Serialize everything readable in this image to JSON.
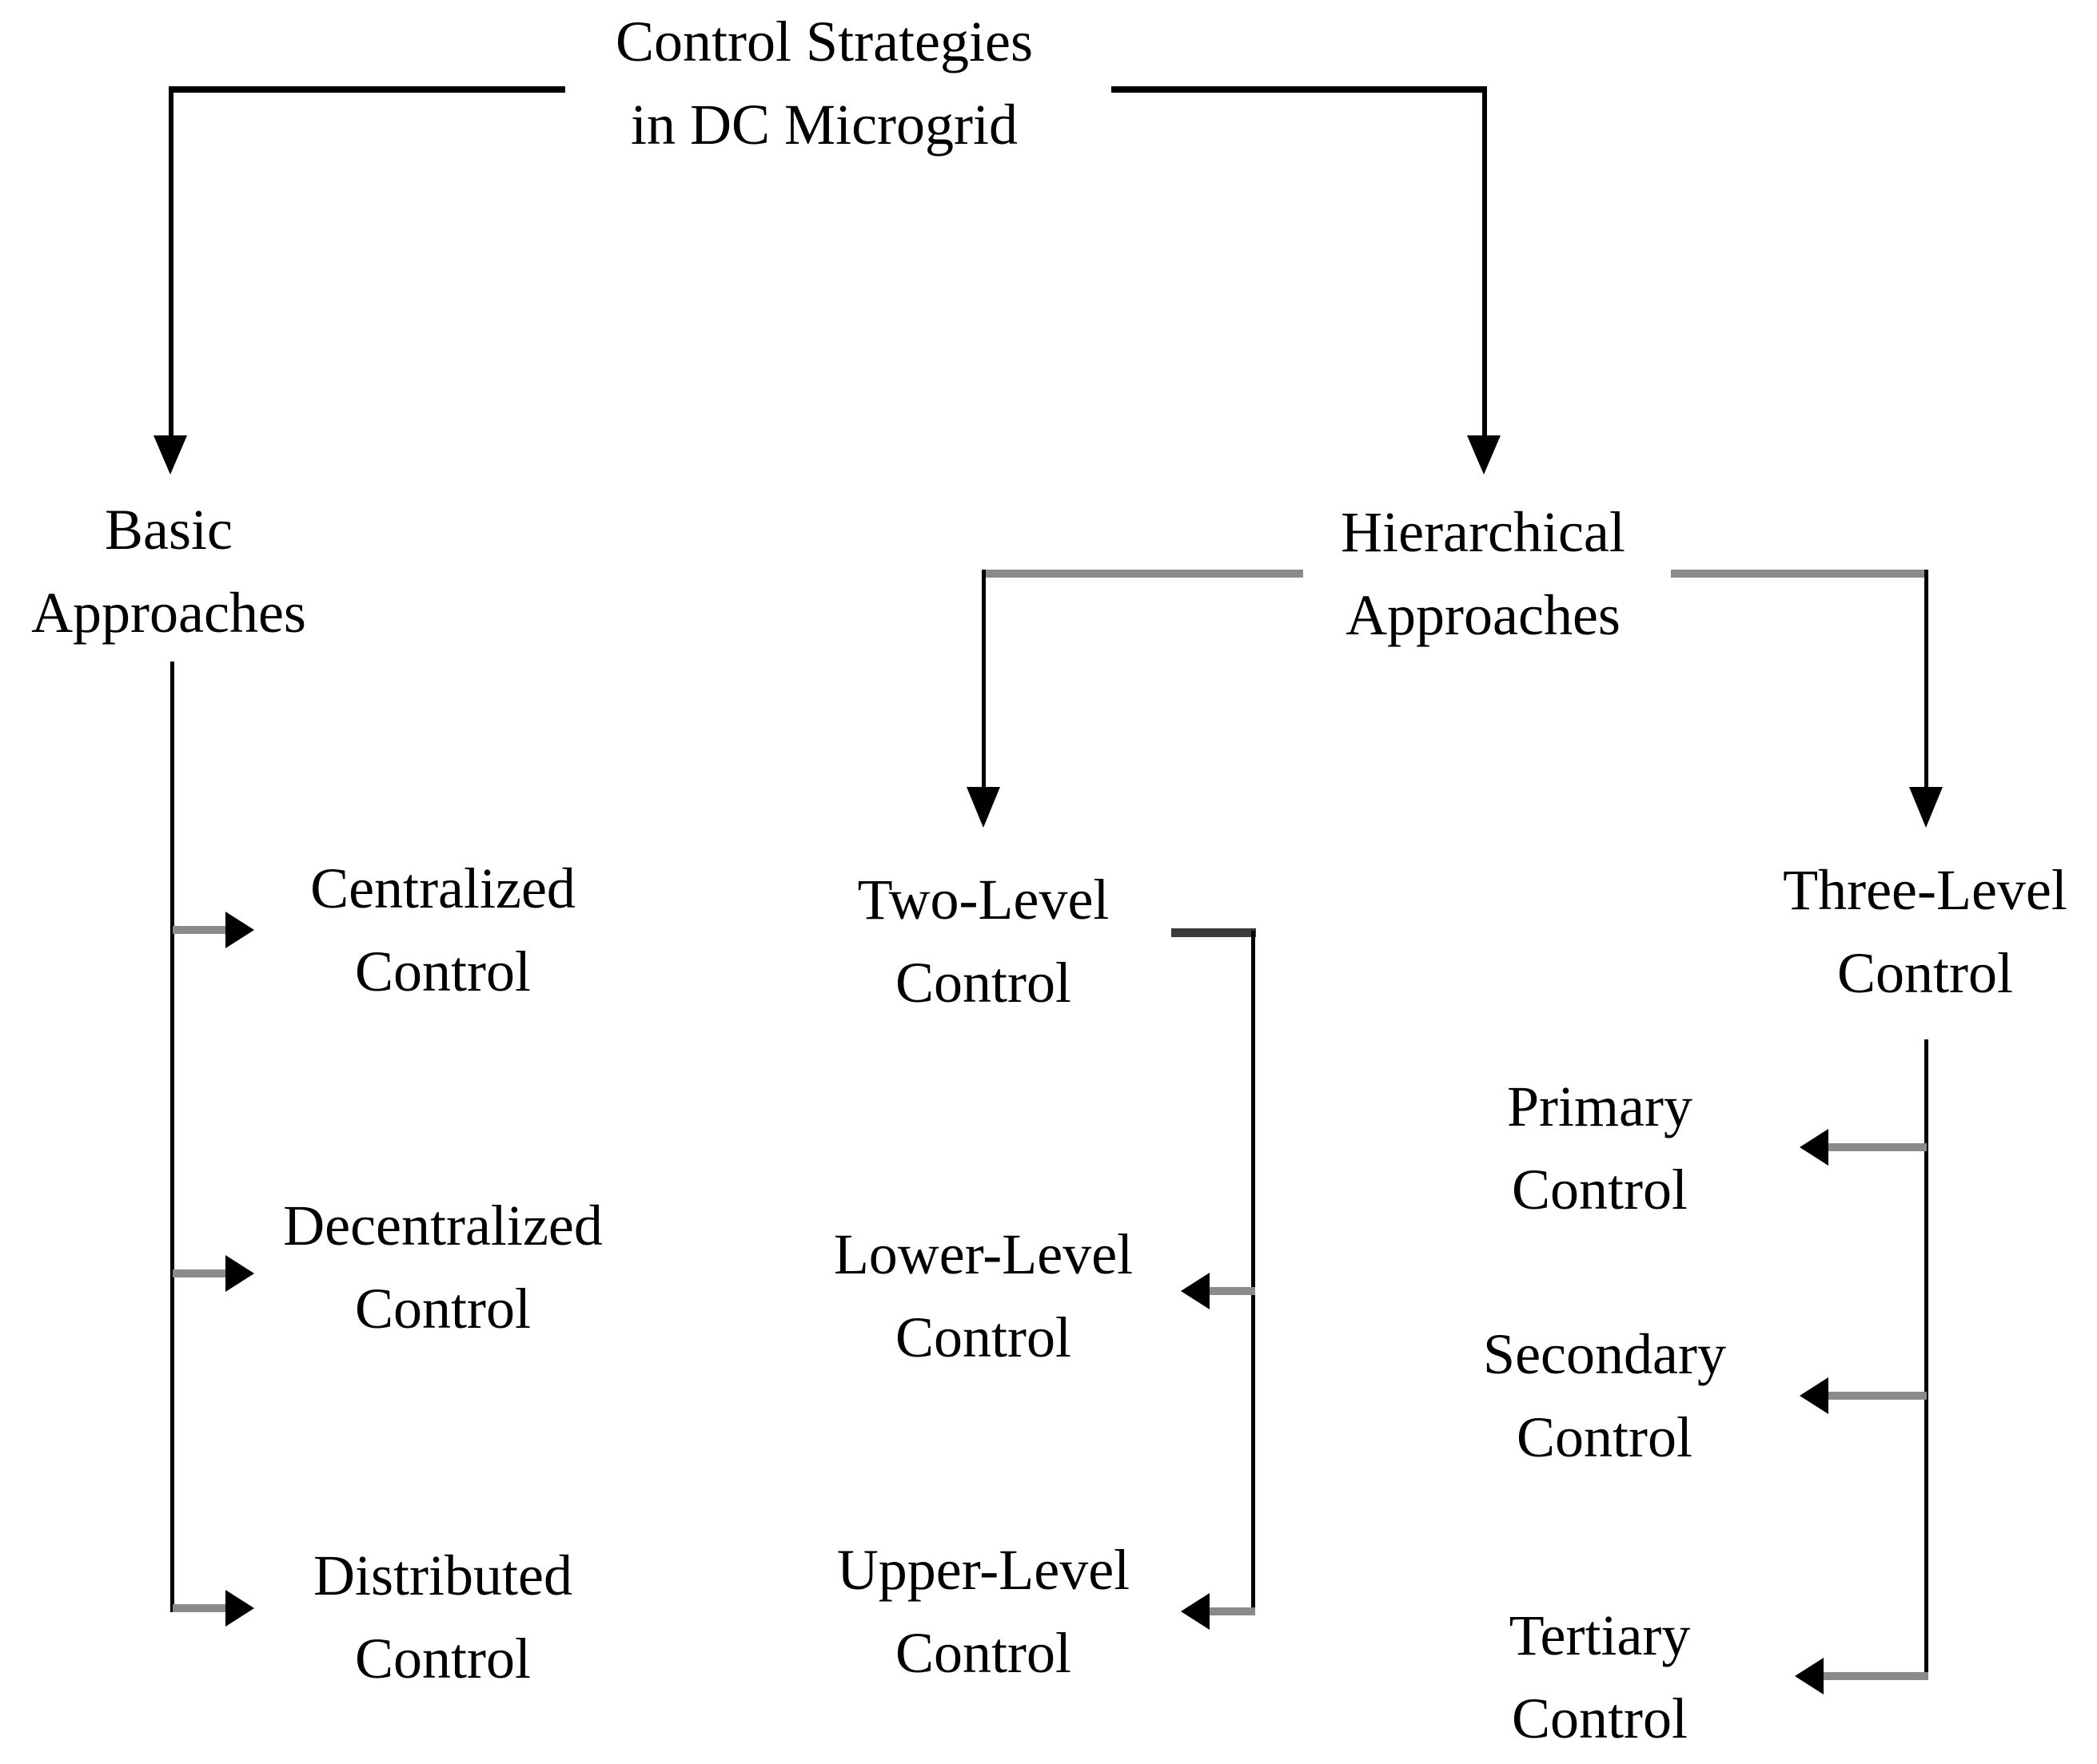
{
  "nodes": {
    "root": {
      "line1": "Control Strategies",
      "line2": "in DC Microgrid"
    },
    "basic": {
      "line1": "Basic",
      "line2": "Approaches"
    },
    "hierarchical": {
      "line1": "Hierarchical",
      "line2": "Approaches"
    },
    "centralized": {
      "line1": "Centralized",
      "line2": "Control"
    },
    "decentralized": {
      "line1": "Decentralized",
      "line2": "Control"
    },
    "distributed": {
      "line1": "Distributed",
      "line2": "Control"
    },
    "two_level": {
      "line1": "Two-Level",
      "line2": "Control"
    },
    "lower_level": {
      "line1": "Lower-Level",
      "line2": "Control"
    },
    "upper_level": {
      "line1": "Upper-Level",
      "line2": "Control"
    },
    "three_level": {
      "line1": "Three-Level",
      "line2": "Control"
    },
    "primary": {
      "line1": "Primary",
      "line2": "Control"
    },
    "secondary": {
      "line1": "Secondary",
      "line2": "Control"
    },
    "tertiary": {
      "line1": "Tertiary",
      "line2": "Control"
    }
  },
  "hierarchy": {
    "title": "Control Strategies in DC Microgrid",
    "children": [
      {
        "label": "Basic Approaches",
        "children": [
          "Centralized Control",
          "Decentralized Control",
          "Distributed Control"
        ]
      },
      {
        "label": "Hierarchical Approaches",
        "children": [
          {
            "label": "Two-Level Control",
            "children": [
              "Lower-Level Control",
              "Upper-Level Control"
            ]
          },
          {
            "label": "Three-Level Control",
            "children": [
              "Primary Control",
              "Secondary Control",
              "Tertiary Control"
            ]
          }
        ]
      }
    ]
  },
  "colors": {
    "background": "#ffffff",
    "text": "#000000",
    "line_black": "#000000",
    "shaft_gray": "#8a8a8a",
    "elbow_dark": "#3a3a3a"
  }
}
